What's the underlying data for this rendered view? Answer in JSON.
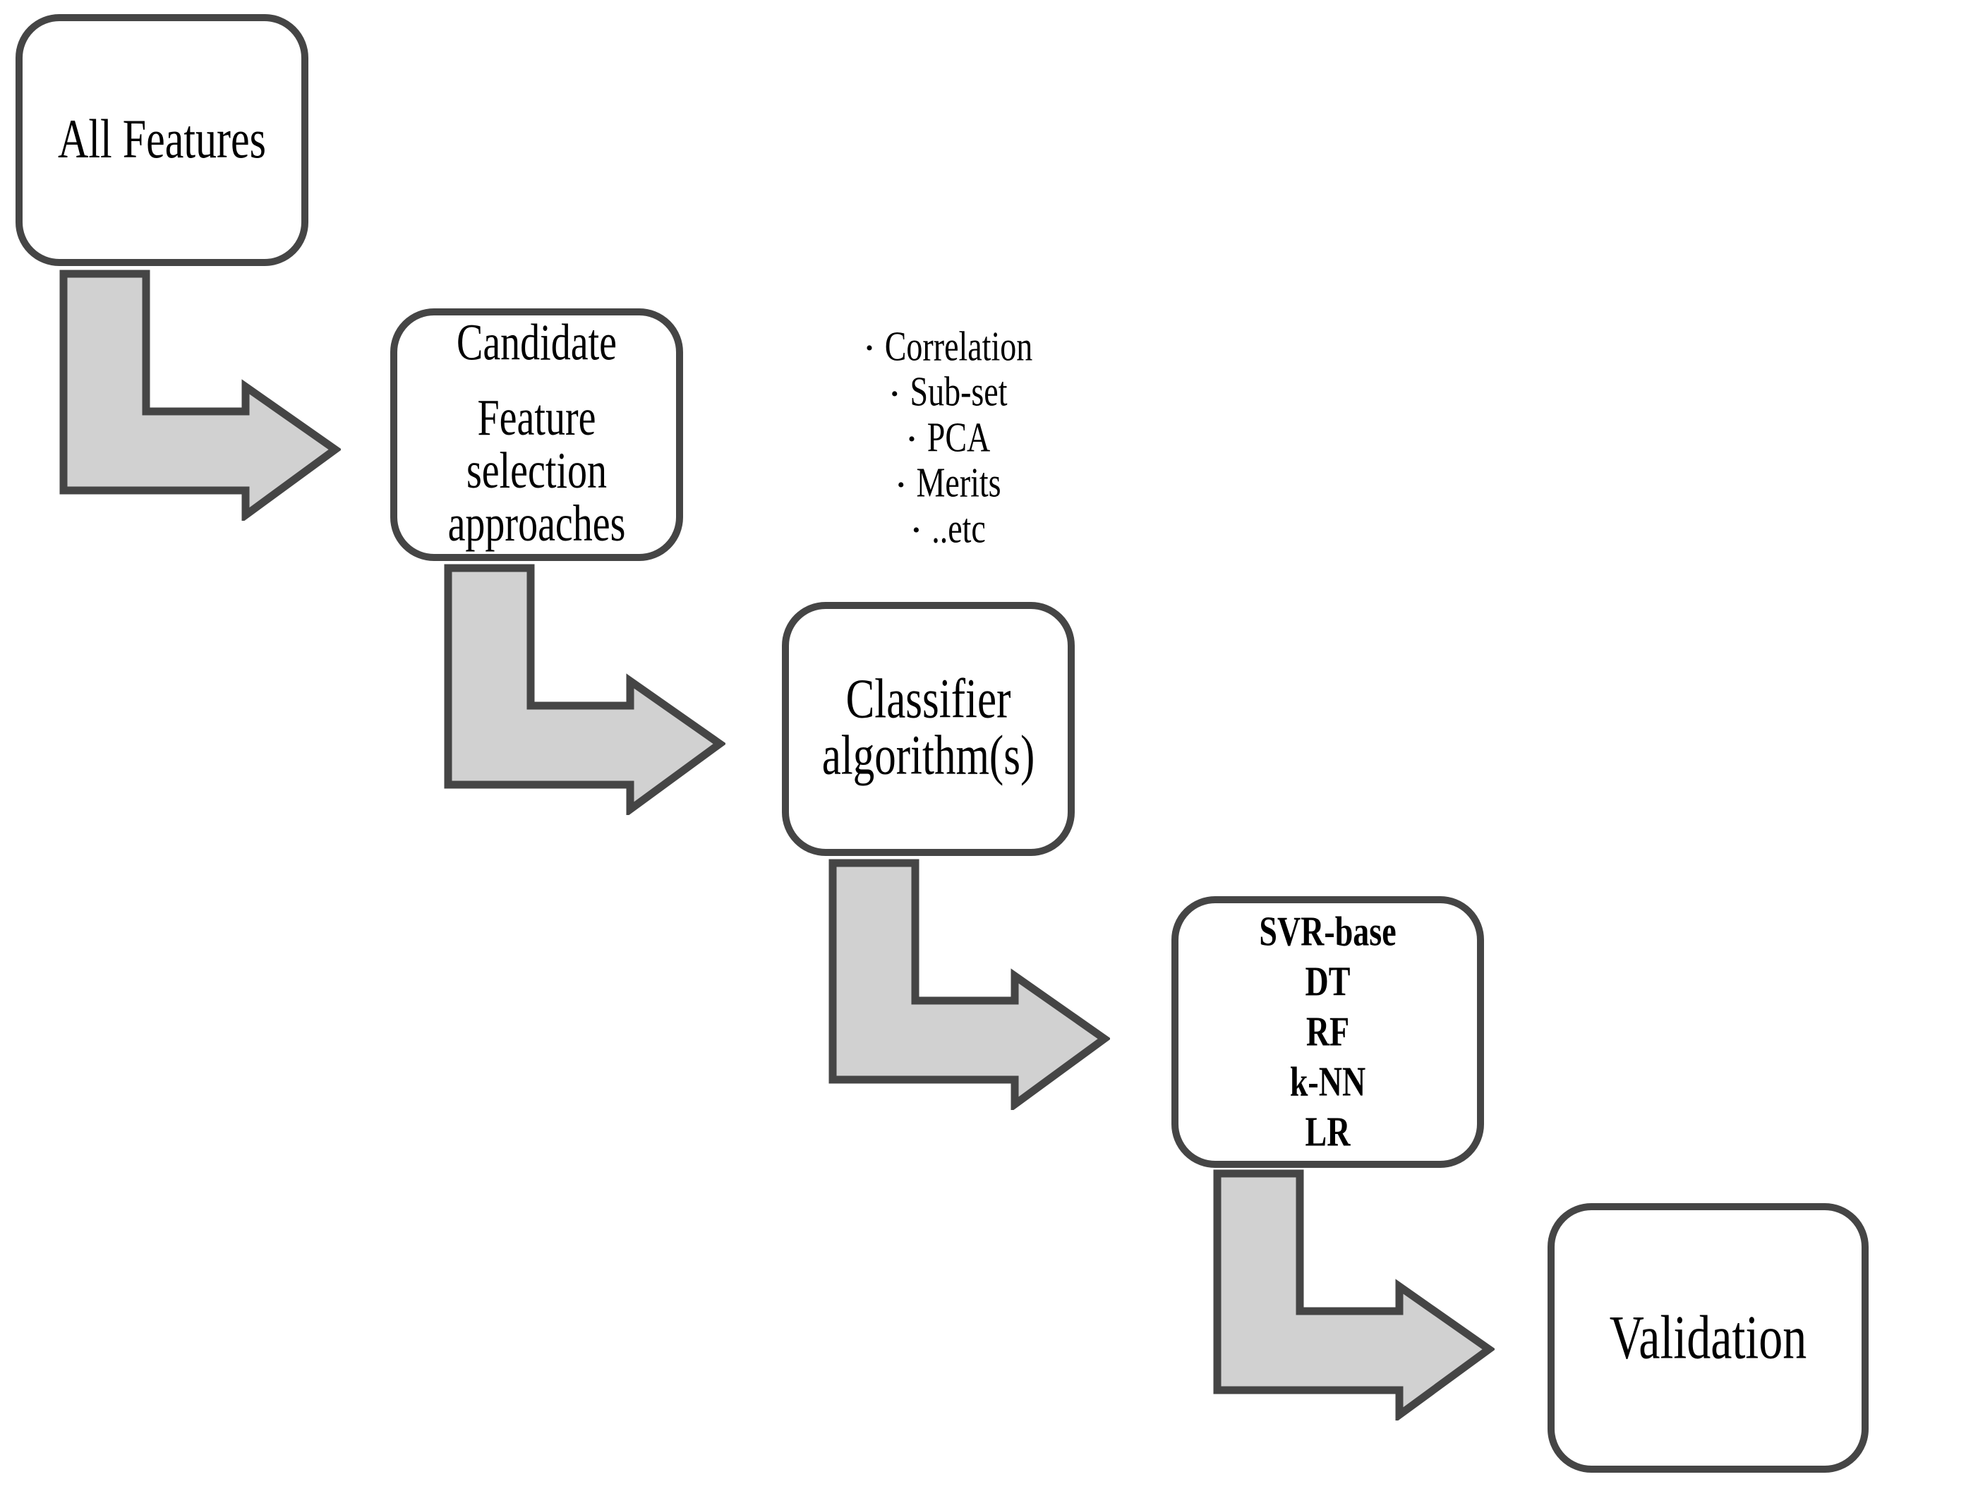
{
  "figure": {
    "background": "#ffffff",
    "outline_color": "#454545",
    "arrow_fill_color": "#d1d1d1",
    "text_color": "#000000"
  },
  "boxes": {
    "all_features": {
      "label": "All Features"
    },
    "candidate": {
      "title": "Candidate",
      "lines": [
        "Feature",
        "selection",
        "approaches"
      ]
    },
    "classifier": {
      "lines": [
        "Classifier",
        "algorithm(s)"
      ]
    },
    "algorithms": {
      "items": [
        "SVR-base",
        "DT",
        "RF",
        "k-NN",
        "LR"
      ]
    },
    "validation": {
      "label": "Validation"
    }
  },
  "side_list": {
    "bullet": "•",
    "items": [
      "Correlation",
      "Sub-set",
      "PCA",
      "Merits",
      "..etc"
    ]
  }
}
